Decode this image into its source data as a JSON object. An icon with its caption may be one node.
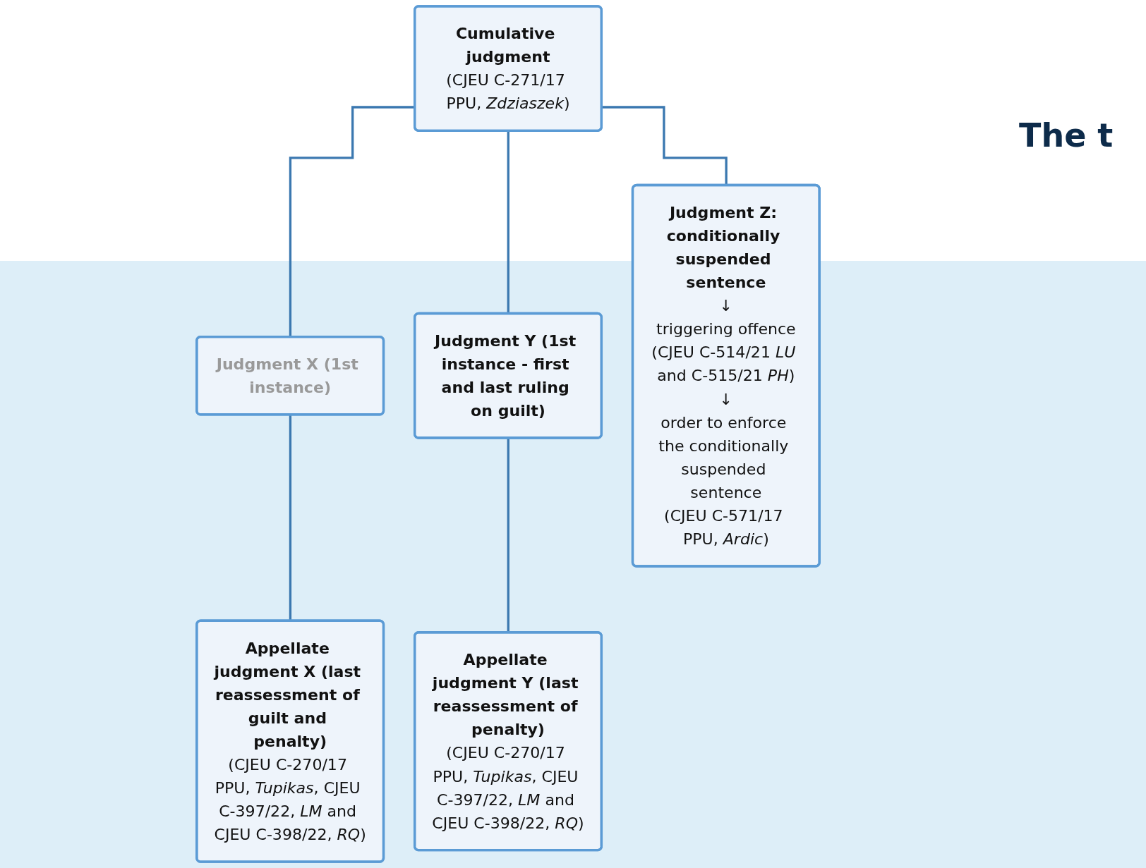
{
  "diagram": {
    "nodes": [
      {
        "text": [
          "Cumulative judgment",
          "(CJEU C-271/17 PPU, *Zdziaszek*)"
        ]
      },
      {
        "text": [
          "Judgment X (1st instance)"
        ]
      },
      {
        "text": [
          "Judgment Y (1st instance - first and last ruling on guilt)"
        ]
      },
      {
        "text": [
          "Judgment Z: conditionally suspended sentence",
          "↓",
          "triggering offence",
          "(CJEU C-514/21 *LU* and C-515/21 *PH*)",
          "↓",
          "order to enforce the conditionally suspended sentence",
          "(CJEU C-571/17 PPU, *Ardic*)"
        ]
      },
      {
        "text": [
          "Appellate judgment X (last reassessment of guilt and penalty)",
          "(CJEU C-270/17 PPU, *Tupikas*, CJEU C-397/22, *LM* and CJEU C-398/22, *RQ*)"
        ]
      },
      {
        "text": [
          "Appellate judgment Y (last reassessment of penalty)",
          "(CJEU C-270/17 PPU, *Tupikas*, CJEU C-397/22, *LM* and CJEU C-398/22, *RQ*)"
        ]
      }
    ],
    "edges": [
      {
        "from": 0,
        "to": 1,
        "arrow": "none"
      },
      {
        "from": 0,
        "to": 2,
        "arrow": "none"
      },
      {
        "from": 0,
        "to": 3,
        "arrow": "none"
      },
      {
        "from": 1,
        "to": 4,
        "arrow": "none"
      },
      {
        "from": 2,
        "to": 5,
        "arrow": "none"
      }
    ],
    "labels": [
      "The t"
    ]
  }
}
